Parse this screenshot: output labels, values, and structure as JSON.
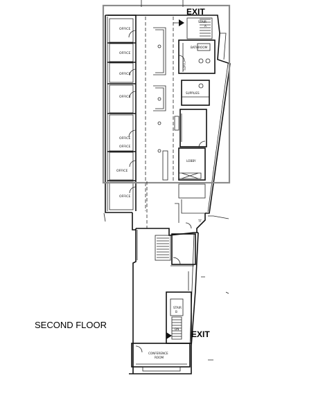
{
  "floor_title": "SECOND FLOOR",
  "exit_top": "EXIT",
  "exit_bottom": "EXIT",
  "rooms": {
    "office_1": "OFFICE",
    "office_2": "OFFICE",
    "office_3": "OFFICE",
    "office_4": "OFFICE",
    "office_5": "OFFICE",
    "office_6": "OFFICE",
    "office_7": "OFFICE",
    "office_8": "OFFICE",
    "stair_top": "STAIR",
    "stair_top_letter": "A",
    "bathroom": "BATHROOM",
    "coats": "COATS",
    "supplies": "SUPPLIES",
    "lobby": "LOBBY",
    "tt": "TT",
    "stair_bottom": "STAIR",
    "stair_bottom_letter": "B",
    "dn": "DN",
    "conference_line1": "CONFERENCE",
    "conference_line2": "ROOM"
  },
  "colors": {
    "highlight": "#8c8c8c",
    "walls": "#111111"
  }
}
